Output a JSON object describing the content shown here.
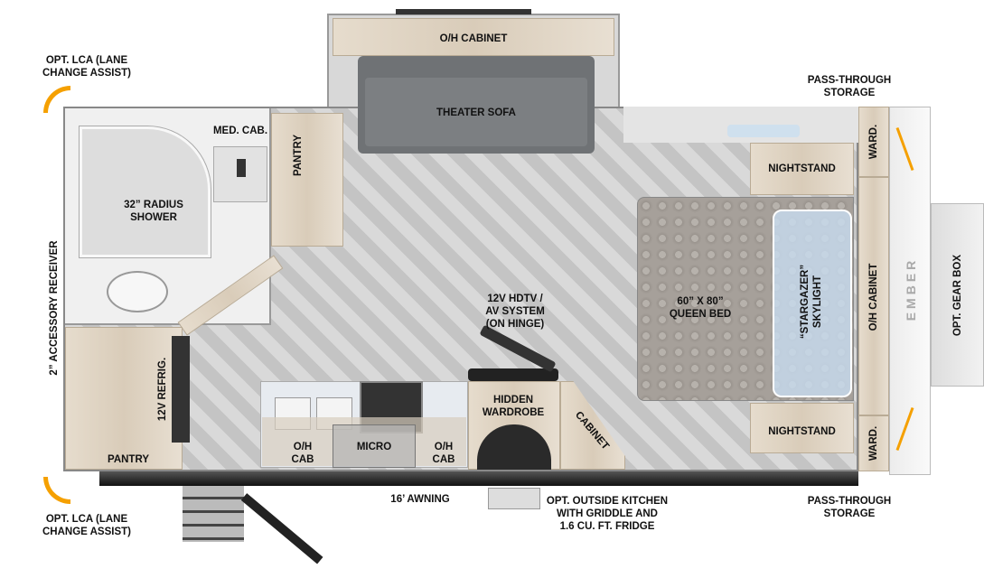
{
  "labels": {
    "lca_top": "OPT. LCA (LANE\nCHANGE ASSIST)",
    "lca_bottom": "OPT. LCA (LANE\nCHANGE ASSIST)",
    "oh_cabinet_top": "O/H CABINET",
    "theater_sofa": "THEATER SOFA",
    "pass_through_top": "PASS-THROUGH\nSTORAGE",
    "pass_through_bottom": "PASS-THROUGH\nSTORAGE",
    "med_cab": "MED. CAB.",
    "pantry_vertical": "PANTRY",
    "shower": "32” RADIUS\nSHOWER",
    "ward_top": "WARD.",
    "ward_bottom": "WARD.",
    "nightstand_top": "NIGHTSTAND",
    "nightstand_bottom": "NIGHTSTAND",
    "queen_bed": "60” X 80”\nQUEEN BED",
    "skylight": "“STARGAZER”\nSKYLIGHT",
    "oh_cabinet_front": "O/H CABINET",
    "gear_box": "OPT. GEAR BOX",
    "accessory_receiver": "2” ACCESSORY RECEIVER",
    "hdtv": "12V HDTV /\nAV SYSTEM\n(ON HINGE)",
    "refrig": "12V REFRIG.",
    "pantry_bottom": "PANTRY",
    "hidden_wardrobe": "HIDDEN\nWARDROBE",
    "cabinet": "CABINET",
    "oh_cab_left": "O/H\nCAB",
    "micro": "MICRO",
    "oh_cab_right": "O/H\nCAB",
    "awning": "16’ AWNING",
    "outside_kitchen": "OPT. OUTSIDE KITCHEN\nWITH GRIDDLE AND\n1.6 CU. FT. FRIDGE"
  },
  "logo": "EMBER",
  "colors": {
    "accent": "#f5a000",
    "sensor": "#f5a000",
    "sofa": "#6f7275",
    "floor": "#cfcfcf"
  }
}
